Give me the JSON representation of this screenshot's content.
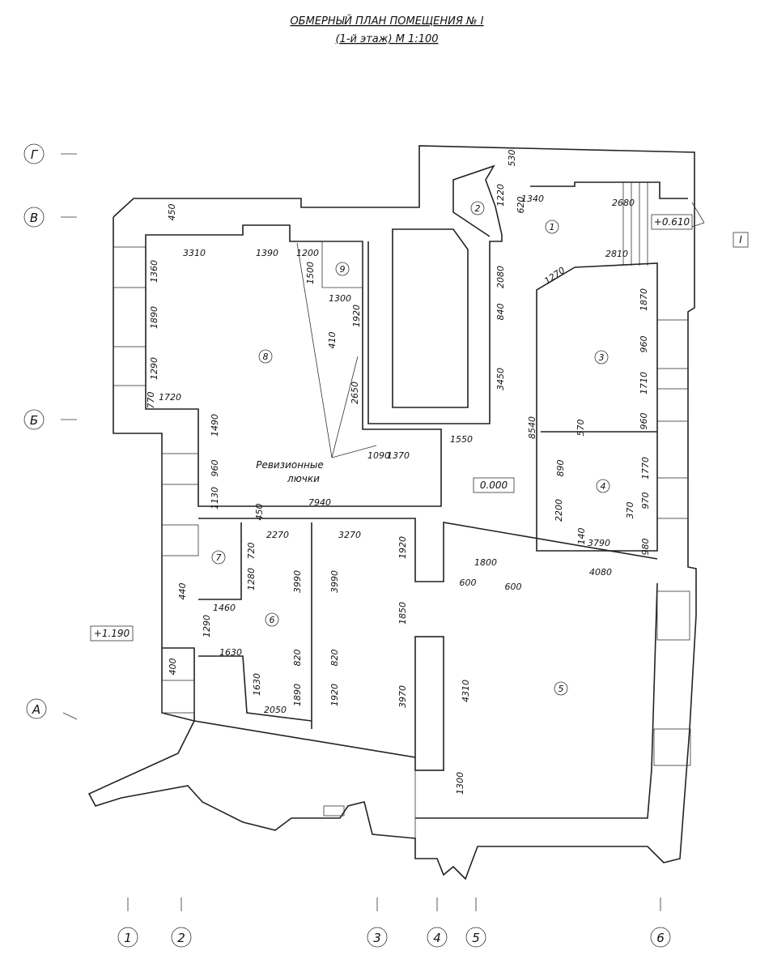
{
  "title": "ОБМЕРНЫЙ ПЛАН ПОМЕЩЕНИЯ № I",
  "subtitle": "(1-й этаж) М 1:100",
  "grid_rows": [
    "Г",
    "В",
    "Б",
    "А"
  ],
  "grid_cols": [
    "1",
    "2",
    "3",
    "4",
    "5",
    "6"
  ],
  "rooms": [
    "1",
    "2",
    "3",
    "4",
    "5",
    "6",
    "7",
    "8",
    "9"
  ],
  "levels": {
    "stair": "+0.610",
    "main": "0.000",
    "left": "+1.190"
  },
  "section_marker": "I",
  "note": {
    "line1": "Ревизионные",
    "line2": "лючки"
  },
  "dims": [
    "3310",
    "1390",
    "1200",
    "1300",
    "1720",
    "1340",
    "2680",
    "2810",
    "1270",
    "1550",
    "1090",
    "1370",
    "7940",
    "2270",
    "3270",
    "1460",
    "1630",
    "2050",
    "1800",
    "600",
    "600",
    "4080",
    "3790",
    "450",
    "1360",
    "1890",
    "1290",
    "770",
    "1500",
    "1920",
    "410",
    "2650",
    "1490",
    "960",
    "1130",
    "530",
    "1220",
    "620",
    "2080",
    "840",
    "3450",
    "8540",
    "1870",
    "960",
    "1710",
    "960",
    "570",
    "890",
    "2200",
    "1770",
    "970",
    "370",
    "140",
    "980",
    "450",
    "720",
    "1280",
    "440",
    "1290",
    "400",
    "3990",
    "3990",
    "820",
    "820",
    "1890",
    "1920",
    "1630",
    "1920",
    "1850",
    "3970",
    "4310",
    "1300"
  ]
}
